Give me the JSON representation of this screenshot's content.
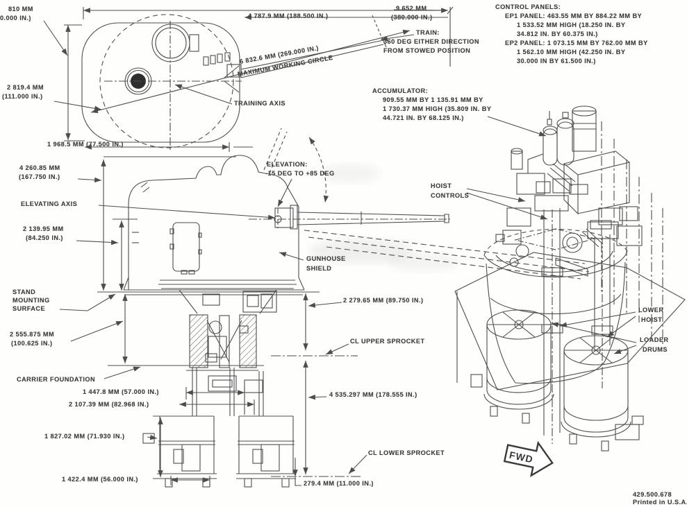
{
  "top_view": {
    "clip_mm": "810 MM",
    "clip_in": "0.000 IN.)",
    "dim_barrel": "4 787.9 MM (188.500 IN.)",
    "dim_total_mm": "9 652 MM",
    "dim_total_in": "(380.000 IN.)",
    "train_title": "TRAIN:",
    "train_line1": "360 DEG EITHER DIRECTION",
    "train_line2": "FROM STOWED POSITION",
    "working_circle_dim": "6 832.6 MM (269.000 IN.)",
    "working_circle_label": "MAXIMUM WORKING CIRCLE",
    "dim_height_mm": "2 819.4 MM",
    "dim_height_in": "(111.000 IN.)",
    "training_axis": "TRAINING AXIS",
    "dim_width": "1 968.5 MM (77.500 IN.)"
  },
  "control_panels": {
    "title": "CONTROL PANELS:",
    "ep1_line1": "EP1 PANEL: 463.55 MM BY 884.22 MM BY",
    "ep1_line2": "1 533.52 MM HIGH (18.250 IN. BY",
    "ep1_line3": "34.812 IN. BY 60.375 IN.)",
    "ep2_line1": "EP2 PANEL: 1 073.15 MM BY 762.00 MM BY",
    "ep2_line2": "1 562.10 MM HIGH (42.250 IN. BY",
    "ep2_line3": "30.000 IN BY 61.500 IN.)"
  },
  "accumulator": {
    "title": "ACCUMULATOR:",
    "line1": "909.55 MM BY 1 135.91 MM BY",
    "line2": "1 730.37 MM HIGH (35.809 IN. BY",
    "line3": "44.721 IN. BY 68.125 IN.)"
  },
  "side_view": {
    "elevation_title": "ELEVATION:",
    "elevation_range": "-15 DEG TO +85 DEG",
    "dim_height_top_mm": "4 260.85 MM",
    "dim_height_top_in": "(167.750 IN.)",
    "elevating_axis": "ELEVATING AXIS",
    "dim_trunnion_mm": "2 139.95 MM",
    "dim_trunnion_in": "(84.250 IN.)",
    "gunhouse_line1": "GUNHOUSE",
    "gunhouse_line2": "SHIELD",
    "stand_line1": "STAND",
    "stand_line2": "MOUNTING",
    "stand_line3": "SURFACE",
    "dim_below_deck_mm": "2 555.875 MM",
    "dim_below_deck_in": "(100.625 IN.)",
    "dim_upper_sprocket": "2 279.65 MM (89.750 IN.)",
    "cl_upper_sprocket": "CL UPPER SPROCKET",
    "carrier_foundation": "CARRIER FOUNDATION",
    "dim_foundation_1": "1 447.8 MM (57.000 IN.)",
    "dim_foundation_2": "2 107.39 MM (82.968 IN.)",
    "dim_lower_sprocket_span": "4 535.297 MM (178.555 IN.)",
    "dim_drum_height": "1 827.02 MM (71.930 IN.)",
    "cl_lower_sprocket": "CL LOWER SPROCKET",
    "dim_drum_width": "1 422.4 MM (56.000 IN.)",
    "dim_sprocket_offset": "279.4 MM (11.000 IN.)"
  },
  "isometric": {
    "hoist_controls_line1": "HOIST",
    "hoist_controls_line2": "CONTROLS",
    "lower_hoist_line1": "LOWER",
    "lower_hoist_line2": "HOIST",
    "loader_drums_line1": "LOADER",
    "loader_drums_line2": "DRUMS",
    "fwd_arrow": "FWD"
  },
  "footer": {
    "doc_number": "429.500.678",
    "printed_in": "Printed in U.S.A."
  }
}
